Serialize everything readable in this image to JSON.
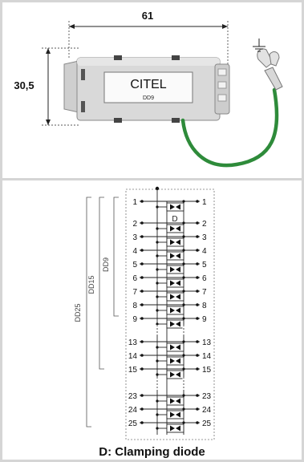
{
  "top": {
    "dimension_width": "61",
    "dimension_height": "30,5",
    "brand": "CITEL",
    "model": "DD9"
  },
  "schematic": {
    "group_labels": {
      "dd9": "DD9",
      "dd15": "DD15",
      "dd25": "DD25"
    },
    "diode_label": "D",
    "rows": [
      {
        "left": "1",
        "right": "1"
      },
      {
        "left": "2",
        "right": "2"
      },
      {
        "left": "3",
        "right": "3"
      },
      {
        "left": "4",
        "right": "4"
      },
      {
        "left": "5",
        "right": "5"
      },
      {
        "left": "6",
        "right": "6"
      },
      {
        "left": "7",
        "right": "7"
      },
      {
        "left": "8",
        "right": "8"
      },
      {
        "left": "9",
        "right": "9"
      },
      {
        "left": "13",
        "right": "13"
      },
      {
        "left": "14",
        "right": "14"
      },
      {
        "left": "15",
        "right": "15"
      },
      {
        "left": "23",
        "right": "23"
      },
      {
        "left": "24",
        "right": "24"
      },
      {
        "left": "25",
        "right": "25"
      }
    ]
  },
  "caption": "D: Clamping diode",
  "colors": {
    "ground_wire": "#2e8b3a",
    "border": "#d5d5d5"
  }
}
